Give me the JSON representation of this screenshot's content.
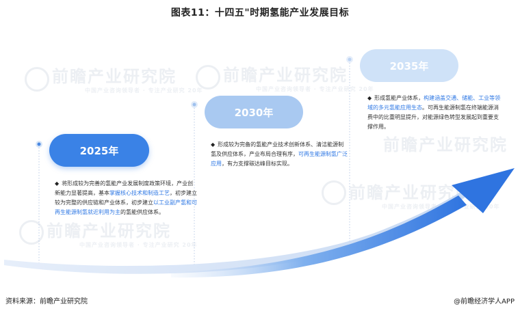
{
  "title": "图表11：十四五\"时期氢能产业发展目标",
  "watermark": {
    "brand": "前瞻产业研究院",
    "sub": "中国产业咨询领导者 · 专注产业研究 20年"
  },
  "milestones": [
    {
      "year": "2025年",
      "color": "#3a82e6",
      "segments": [
        {
          "text": "将形成较为完善的氢能产业发展制度政策环境，产业创新能力显著提高，基本",
          "highlight": false
        },
        {
          "text": "掌握核心技术和制造工艺",
          "highlight": true
        },
        {
          "text": "，初步建立较为完整的供应链和产业体系，初步建立",
          "highlight": false
        },
        {
          "text": "以工业副产氢和可再生能源制氢就近利用为主",
          "highlight": true
        },
        {
          "text": "的氢能供应体系。",
          "highlight": false
        }
      ]
    },
    {
      "year": "2030年",
      "color": "#a9c9f1",
      "segments": [
        {
          "text": "形成较为完备的氢能产业技术创新体系、清洁能源制氢及供应体系，产业布局合理有序，",
          "highlight": false
        },
        {
          "text": "可再生能源制氢广泛应用",
          "highlight": true
        },
        {
          "text": "，有力支撑碳达峰目标实现。",
          "highlight": false
        }
      ]
    },
    {
      "year": "2035年",
      "color": "#cfe2f8",
      "segments": [
        {
          "text": "形成氢能产业体系，",
          "highlight": false
        },
        {
          "text": "构建涵盖交通、储能、工业等领域的多元氢能应用生态",
          "highlight": true
        },
        {
          "text": "。可再生能源制氢在终端能源消费中的比重明显提升，对能源绿色转型发展起到重要支撑作用。",
          "highlight": false
        }
      ]
    }
  ],
  "footer": {
    "source": "资料来源：前瞻产业研究院",
    "credit": "@前瞻经济学人APP"
  }
}
